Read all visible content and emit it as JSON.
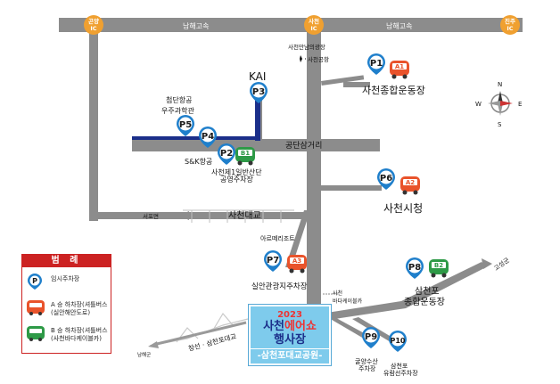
{
  "roads": {
    "highway_west": "남해고속",
    "highway_east": "남해고속",
    "gongdan": "공단삼거리",
    "bridge": "사천대교",
    "seopo": "서포면",
    "samcheonpo_bridge": "창선 · 삼천포대교",
    "namhae": "남해군",
    "goseong": "고성군"
  },
  "ic": [
    {
      "name": "곤양",
      "sub": "IC"
    },
    {
      "name": "사천",
      "sub": "IC"
    },
    {
      "name": "진주",
      "sub": "IC"
    }
  ],
  "airport": {
    "line1": "사천만남의광장",
    "line2": "사천공항"
  },
  "cablecar_label_a": "사천\n바다케이블카",
  "cablecar_label_b": "사천\n바다케이블카",
  "places": {
    "kai": "KAI",
    "aerospace": "첨단항공\n우주과학관",
    "snk": "S&K항공",
    "lot1": "사천제1일반산단\n공영주차장",
    "p1": "사천종합운동장",
    "p6": "사천시청",
    "resort": "아르떼리조트",
    "p7": "실안관광지주차장",
    "p8": "삼천포\n종합운동장",
    "p9": "굴양수산\n주차장",
    "p10": "삼천포\n유람선주차장"
  },
  "pins": [
    "P1",
    "P2",
    "P3",
    "P4",
    "P5",
    "P6",
    "P7",
    "P8",
    "P9",
    "P10"
  ],
  "buses": [
    "A1",
    "B1",
    "A2",
    "A3",
    "B2"
  ],
  "compass": {
    "n": "N",
    "s": "S",
    "e": "E",
    "w": "W"
  },
  "legend": {
    "title": "범 례",
    "row1": "임시주차장",
    "row2_a": "A 승 하차장(셔틀버스",
    "row2_b": "(실안해안도로)",
    "row3_a": "B 승 하차장(셔틀버스",
    "row3_b": "(사천바다케이블카)"
  },
  "venue": {
    "year": "2023",
    "name_a": "사천",
    "name_b": "에어쇼",
    "name_c": "행사장",
    "sub": "-삼천포대교공원-"
  },
  "colors": {
    "road": "#8c8c8c",
    "pin": "#1f7fcb",
    "bus_a": "#e9532b",
    "bus_b": "#2e9a47",
    "ic": "#f0a030",
    "venue": "#7ecbec",
    "navy": "#1b2f8a"
  }
}
